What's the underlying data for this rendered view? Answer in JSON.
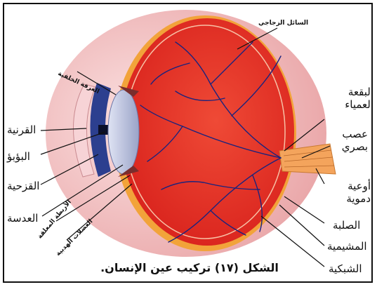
{
  "labels": {
    "vitreous": "السائل الزجاجي",
    "posterior_chamber": "الغرفة الخلفية",
    "blind_spot": "البقعة العمياء",
    "optic_nerve": "عصب بصري",
    "cornea": "القرنية",
    "pupil": "البؤبؤ",
    "iris": "القزحية",
    "blood_vessels": "أوعية دموية",
    "lens": "العدسة",
    "suspensory_ligaments": "الأربطة المعلقة",
    "ciliary_muscles": "العضلات الهدبية",
    "sclera": "الصلبة",
    "choroid": "المشيمية",
    "retina": "الشبكية"
  },
  "caption": "الشكل (١٧) تركيب عين الإنسان.",
  "colors": {
    "vitreous": "#e8382b",
    "sclera_outer": "#f4c9c9",
    "choroid": "#f2a33a",
    "iris": "#2c3f8f",
    "lens": "#c9cfe6",
    "vessels": "#1a237e",
    "nerve": "#f4a45c"
  }
}
